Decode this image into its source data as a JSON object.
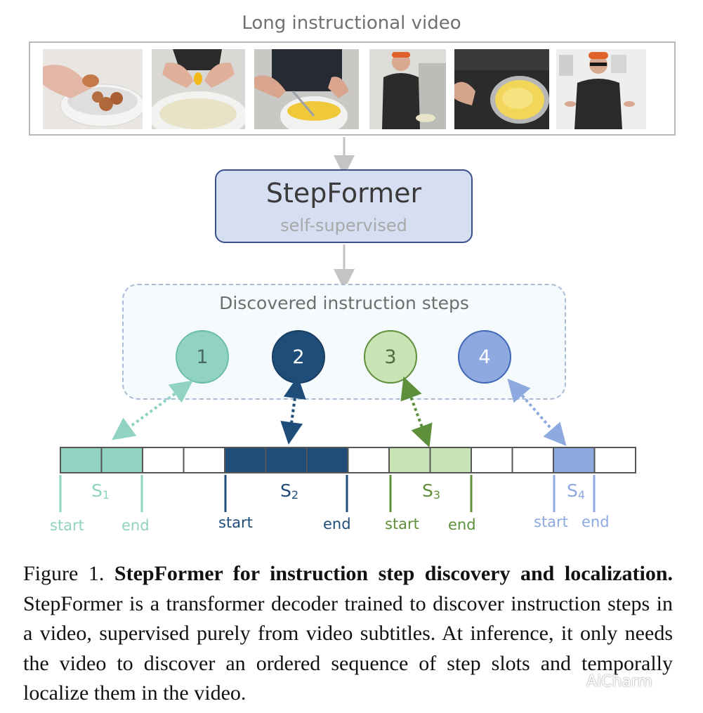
{
  "video": {
    "title": "Long instructional video",
    "frames": [
      {
        "name": "cracking-eggs-into-bowl"
      },
      {
        "name": "separating-egg-yolk"
      },
      {
        "name": "whisking-eggs"
      },
      {
        "name": "man-at-stove"
      },
      {
        "name": "omelette-in-pan"
      },
      {
        "name": "man-speaking-to-camera"
      }
    ]
  },
  "model": {
    "name": "StepFormer",
    "subtitle": "self-supervised"
  },
  "steps": {
    "title": "Discovered instruction steps",
    "nodes": [
      {
        "label": "1",
        "fill": "#8fd3c0",
        "stroke": "#6fbfa7",
        "text": "#4a6a62"
      },
      {
        "label": "2",
        "fill": "#1f4d79",
        "stroke": "#183d61",
        "text": "#ffffff"
      },
      {
        "label": "3",
        "fill": "#c8e3b4",
        "stroke": "#5e8f3a",
        "text": "#4e6b3a"
      },
      {
        "label": "4",
        "fill": "#8ea9df",
        "stroke": "#3f67b5",
        "text": "#ffffff"
      }
    ]
  },
  "timeline": {
    "segments": [
      {
        "label": "S",
        "sub": "1",
        "start": "start",
        "end": "end",
        "color": "#8fd3c0"
      },
      {
        "label": "S",
        "sub": "2",
        "start": "start",
        "end": "end",
        "color": "#1f4d79"
      },
      {
        "label": "S",
        "sub": "3",
        "start": "start",
        "end": "end",
        "color": "#5e8f3a"
      },
      {
        "label": "S",
        "sub": "4",
        "start": "start",
        "end": "end",
        "color": "#8ea9df"
      }
    ]
  },
  "caption": {
    "label": "Figure 1.",
    "title": "StepFormer for instruction step discovery and localization.",
    "body": "StepFormer is a transformer decoder trained to discover instruction steps in a video, supervised purely from video subtitles. At inference, it only needs the video to discover an ordered sequence of step slots and temporally localize them in the video."
  },
  "watermark": "AiCharm"
}
